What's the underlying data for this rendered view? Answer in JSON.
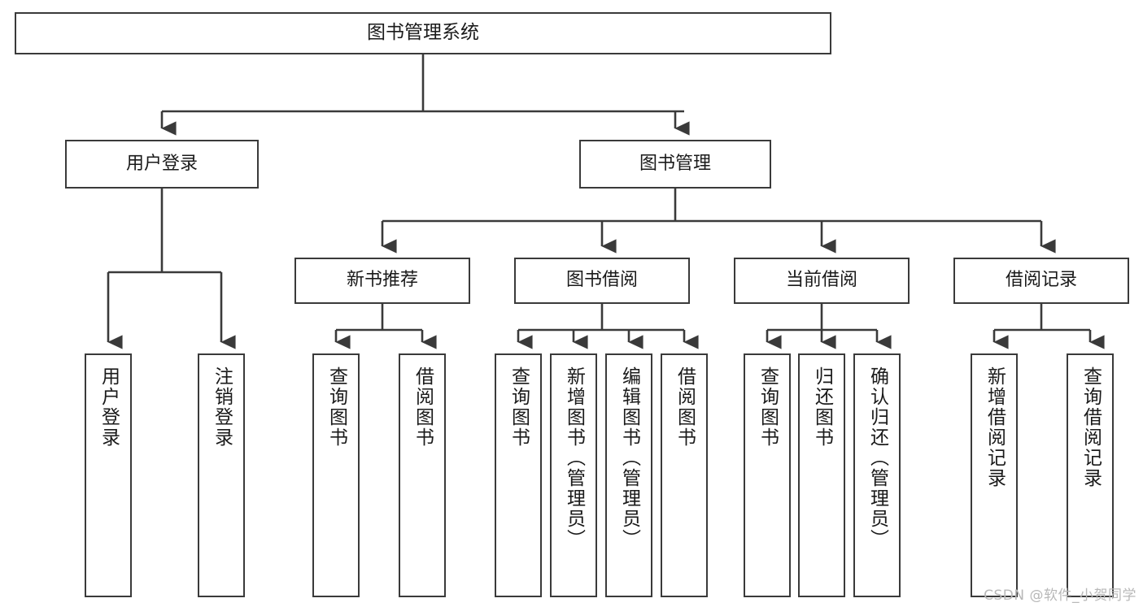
{
  "diagram": {
    "title": "图书管理系统",
    "watermark": "CSDN @软件_小贺同学",
    "root": {
      "label": "图书管理系统"
    },
    "level2": [
      {
        "label": "用户登录"
      },
      {
        "label": "图书管理"
      }
    ],
    "level3": [
      {
        "label": "新书推荐"
      },
      {
        "label": "图书借阅"
      },
      {
        "label": "当前借阅"
      },
      {
        "label": "借阅记录"
      }
    ],
    "leaves": {
      "user_login": [
        {
          "label": "用户登录"
        },
        {
          "label": "注销登录"
        }
      ],
      "new_book": [
        {
          "label": "查询图书"
        },
        {
          "label": "借阅图书"
        }
      ],
      "book_borrow": [
        {
          "label": "查询图书"
        },
        {
          "label": "新增图书（管理员）"
        },
        {
          "label": "编辑图书（管理员）"
        },
        {
          "label": "借阅图书"
        }
      ],
      "current_borrow": [
        {
          "label": "查询图书"
        },
        {
          "label": "归还图书"
        },
        {
          "label": "确认归还（管理员）"
        }
      ],
      "borrow_record": [
        {
          "label": "新增借阅记录"
        },
        {
          "label": "查询借阅记录"
        }
      ]
    },
    "colors": {
      "stroke": "#3a3a3a",
      "fill": "#ffffff",
      "text": "#1a1a1a",
      "watermark": "#b8b8b8"
    }
  }
}
